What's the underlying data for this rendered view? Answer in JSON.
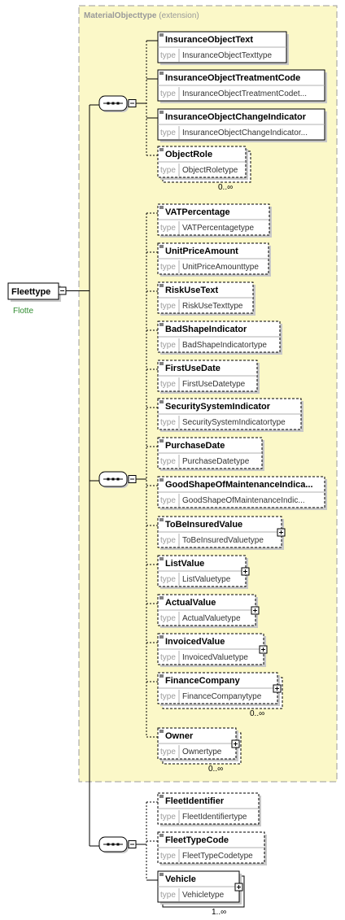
{
  "root": {
    "name": "Fleettype",
    "annotation": "Flotte"
  },
  "extension": {
    "type_name": "MaterialObjecttype",
    "suffix": "(extension)"
  },
  "type_label": "type",
  "sequences": [
    {
      "multiplicity": "",
      "elements": [
        {
          "name": "InsuranceObjectText",
          "type": "InsuranceObjectTexttype",
          "optional": false,
          "expandable": false,
          "multiplicity": ""
        },
        {
          "name": "InsuranceObjectTreatmentCode",
          "type": "InsuranceObjectTreatmentCodet...",
          "optional": false,
          "expandable": false,
          "multiplicity": ""
        },
        {
          "name": "InsuranceObjectChangeIndicator",
          "type": "InsuranceObjectChangeIndicator...",
          "optional": false,
          "expandable": false,
          "multiplicity": ""
        },
        {
          "name": "ObjectRole",
          "type": "ObjectRoletype",
          "optional": true,
          "expandable": false,
          "multiplicity": "0..∞"
        }
      ]
    },
    {
      "multiplicity": "",
      "elements": [
        {
          "name": "VATPercentage",
          "type": "VATPercentagetype",
          "optional": true,
          "expandable": false,
          "multiplicity": ""
        },
        {
          "name": "UnitPriceAmount",
          "type": "UnitPriceAmounttype",
          "optional": true,
          "expandable": false,
          "multiplicity": ""
        },
        {
          "name": "RiskUseText",
          "type": "RiskUseTexttype",
          "optional": true,
          "expandable": false,
          "multiplicity": ""
        },
        {
          "name": "BadShapeIndicator",
          "type": "BadShapeIndicatortype",
          "optional": true,
          "expandable": false,
          "multiplicity": ""
        },
        {
          "name": "FirstUseDate",
          "type": "FirstUseDatetype",
          "optional": true,
          "expandable": false,
          "multiplicity": ""
        },
        {
          "name": "SecuritySystemIndicator",
          "type": "SecuritySystemIndicatortype",
          "optional": true,
          "expandable": false,
          "multiplicity": ""
        },
        {
          "name": "PurchaseDate",
          "type": "PurchaseDatetype",
          "optional": true,
          "expandable": false,
          "multiplicity": ""
        },
        {
          "name": "GoodShapeOfMaintenanceIndica...",
          "type": "GoodShapeOfMaintenanceIndic...",
          "optional": true,
          "expandable": false,
          "multiplicity": ""
        },
        {
          "name": "ToBeInsuredValue",
          "type": "ToBeInsuredValuetype",
          "optional": true,
          "expandable": true,
          "multiplicity": ""
        },
        {
          "name": "ListValue",
          "type": "ListValuetype",
          "optional": true,
          "expandable": true,
          "multiplicity": ""
        },
        {
          "name": "ActualValue",
          "type": "ActualValuetype",
          "optional": true,
          "expandable": true,
          "multiplicity": ""
        },
        {
          "name": "InvoicedValue",
          "type": "InvoicedValuetype",
          "optional": true,
          "expandable": true,
          "multiplicity": ""
        },
        {
          "name": "FinanceCompany",
          "type": "FinanceCompanytype",
          "optional": true,
          "expandable": true,
          "multiplicity": "0..∞"
        },
        {
          "name": "Owner",
          "type": "Ownertype",
          "optional": true,
          "expandable": true,
          "multiplicity": "0..∞"
        }
      ]
    },
    {
      "multiplicity": "",
      "elements": [
        {
          "name": "FleetIdentifier",
          "type": "FleetIdentifiertype",
          "optional": true,
          "expandable": false,
          "multiplicity": ""
        },
        {
          "name": "FleetTypeCode",
          "type": "FleetTypeCodetype",
          "optional": true,
          "expandable": false,
          "multiplicity": ""
        },
        {
          "name": "Vehicle",
          "type": "Vehicletype",
          "optional": false,
          "expandable": true,
          "multiplicity": "1..∞"
        }
      ]
    }
  ]
}
